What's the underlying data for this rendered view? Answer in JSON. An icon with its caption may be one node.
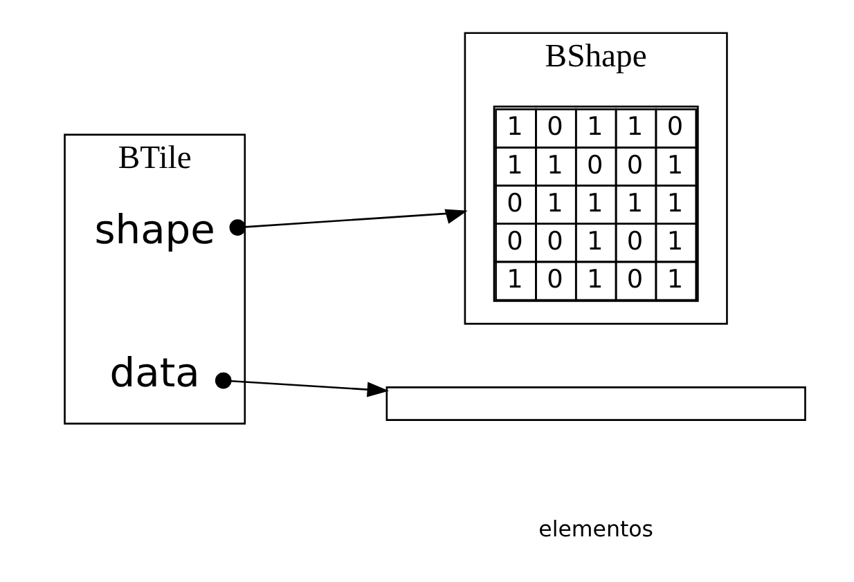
{
  "diagram": {
    "nodes": [
      {
        "text": [
          "BTile"
        ]
      },
      {
        "text": [
          "shape"
        ],
        "in": 0
      },
      {
        "text": [
          "data"
        ],
        "in": 0
      },
      {
        "text": [
          "BShape"
        ]
      },
      {
        "text": [],
        "shape": "bar"
      }
    ],
    "edges": [
      {
        "from": 1,
        "to": 3,
        "arrow": "to"
      },
      {
        "from": 2,
        "to": 4,
        "arrow": "to"
      }
    ],
    "labels": [
      "1",
      "0",
      "1",
      "1",
      "0",
      "1",
      "1",
      "0",
      "0",
      "1",
      "0",
      "1",
      "1",
      "1",
      "1",
      "0",
      "0",
      "1",
      "0",
      "1",
      "1",
      "0",
      "1",
      "0",
      "1",
      "elementos"
    ]
  }
}
